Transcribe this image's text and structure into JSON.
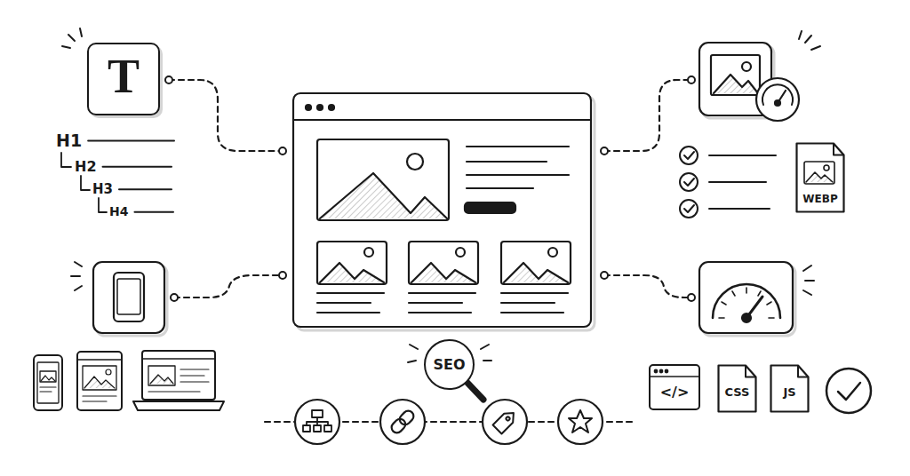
{
  "diagram": {
    "nodes": [
      {
        "text": [
          "T"
        ]
      },
      {
        "text": [
          "WEBP"
        ]
      },
      {
        "text": [
          "SEO"
        ]
      },
      {
        "text": [
          "</>"
        ]
      },
      {
        "text": [
          "CSS"
        ]
      },
      {
        "text": [
          "JS"
        ]
      }
    ],
    "labels": [
      "H1",
      "H2",
      "H3",
      "H4"
    ]
  }
}
